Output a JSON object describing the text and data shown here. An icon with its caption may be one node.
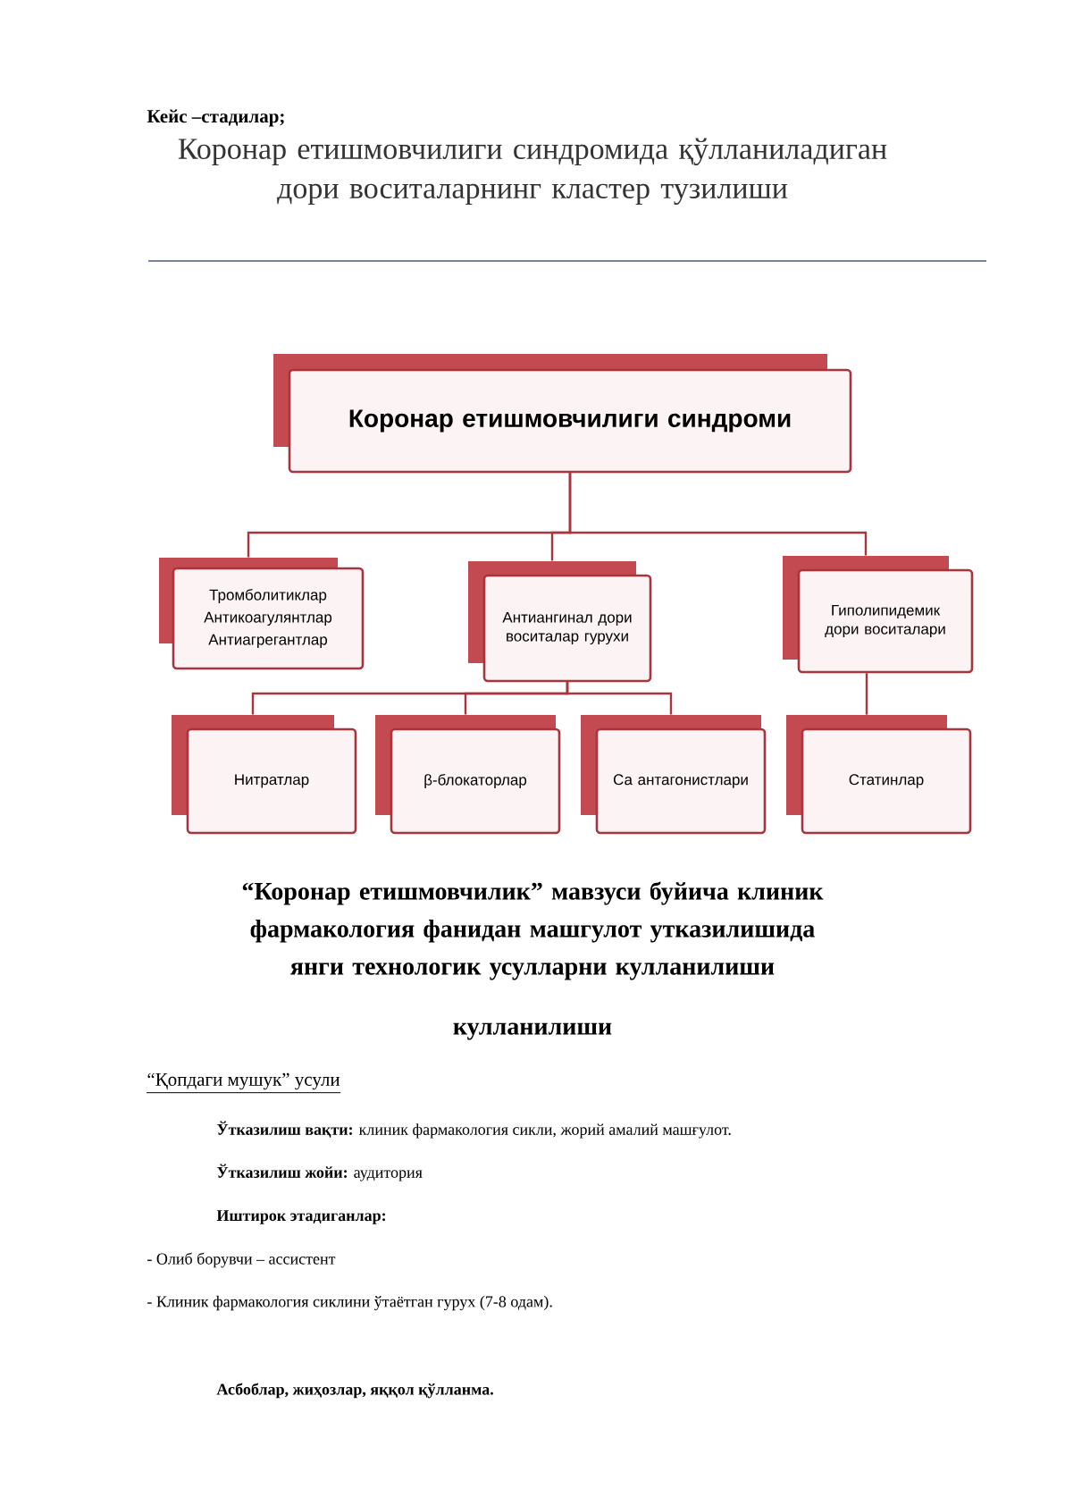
{
  "diagram": {
    "title": "Коронар етишмовчилиги синдромида қўлланиладиган дори воситаларнинг кластер тузилиши",
    "nodes": [
      {
        "text": [
          "Коронар етишмовчилиги синдроми"
        ]
      },
      {
        "text": [
          "Тромболитиклар",
          "Антикоагулянтлар",
          "Антиагрегантлар"
        ]
      },
      {
        "text": [
          "Антиангинал дори воситалар гурухи"
        ]
      },
      {
        "text": [
          "Гиполипидемик дори воситалари"
        ]
      },
      {
        "text": [
          "Нитратлар"
        ]
      },
      {
        "text": [
          "β-блокаторлар"
        ]
      },
      {
        "text": [
          "Са антагонистлари"
        ]
      },
      {
        "text": [
          "Статинлар"
        ]
      }
    ],
    "edges": [
      {
        "from": 0,
        "to": 1,
        "arrow": "none"
      },
      {
        "from": 0,
        "to": 2,
        "arrow": "none"
      },
      {
        "from": 0,
        "to": 3,
        "arrow": "none"
      },
      {
        "from": 2,
        "to": 4,
        "arrow": "none"
      },
      {
        "from": 2,
        "to": 5,
        "arrow": "none"
      },
      {
        "from": 2,
        "to": 6,
        "arrow": "none"
      },
      {
        "from": 3,
        "to": 7,
        "arrow": "none"
      }
    ],
    "labels": [
      "Кейс –стадилар;",
      "“Коронар етишмовчилик” мавзуси буйича клиник фармакология фанидан машгулот утказилишида янги технологик усулларни кулланилиши",
      "кулланилиши",
      "“Қопдаги мушук” усули",
      "**Ўтказилиш вақти:** клиник фармакология сикли, жорий амалий машғулот.",
      "**Ўтказилиш жойи:** аудитория",
      "Иштирок этадиганлар:",
      "-  Олиб борувчи – ассистент",
      "-  Клиник фармакология сиклини ўтаётган гурух (7-8 одам).",
      "Асбоблар, жиҳозлар, яққол қўлланма."
    ]
  }
}
